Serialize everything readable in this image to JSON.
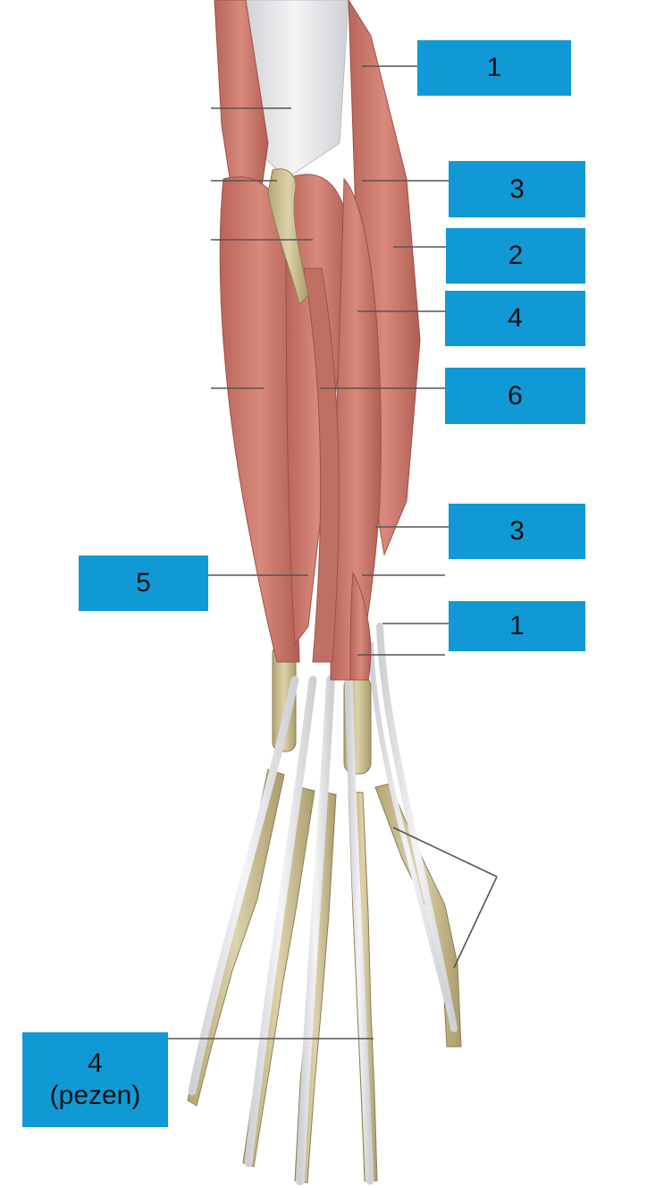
{
  "diagram": {
    "colors": {
      "label_box": "#1199d6",
      "label_text": "#111111",
      "leader_line": "#555555",
      "muscle": "#c9766a",
      "muscle_dark": "#a9574d",
      "tendon": "#e8e8ea",
      "bone": "#c9bb8f"
    },
    "labels": [
      {
        "id": "label-1-top",
        "text": "1"
      },
      {
        "id": "label-3-upper",
        "text": "3"
      },
      {
        "id": "label-2",
        "text": "2"
      },
      {
        "id": "label-4",
        "text": "4"
      },
      {
        "id": "label-6",
        "text": "6"
      },
      {
        "id": "label-3-lower",
        "text": "3"
      },
      {
        "id": "label-5",
        "text": "5"
      },
      {
        "id": "label-1-lower",
        "text": "1"
      },
      {
        "id": "label-4-tendon",
        "text": "4\n(pezen)"
      }
    ]
  }
}
